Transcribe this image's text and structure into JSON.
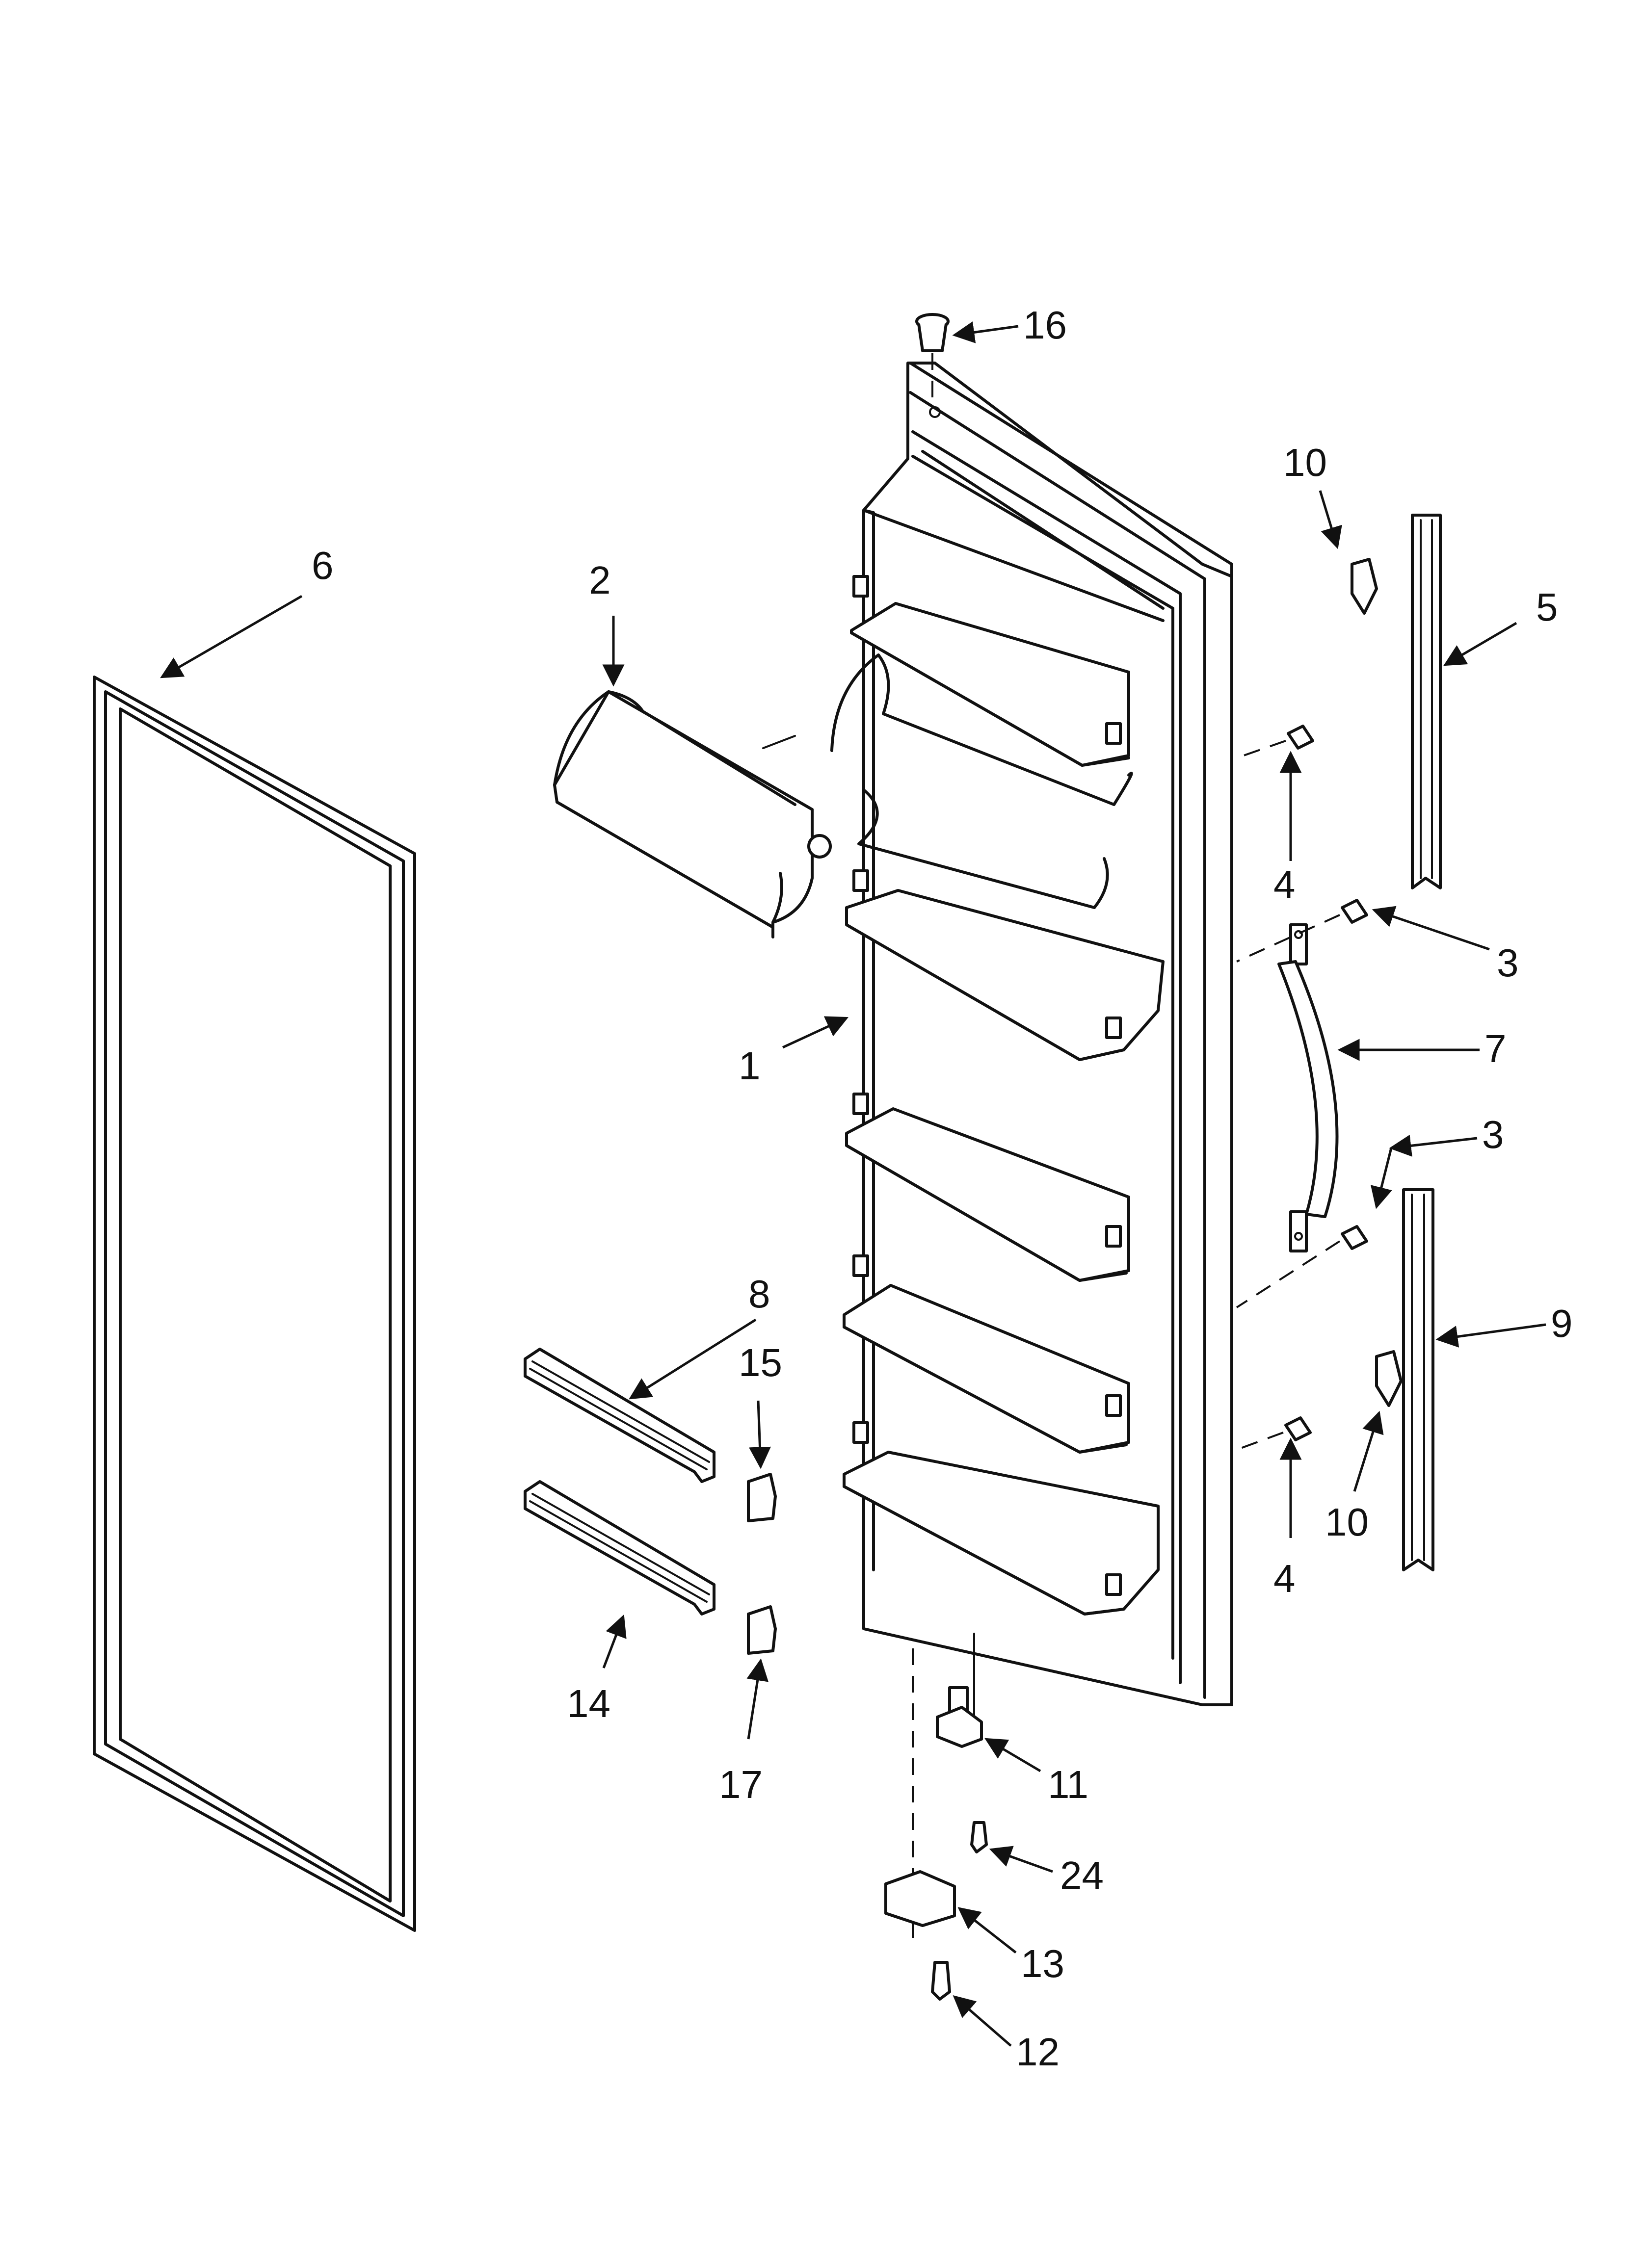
{
  "callouts": {
    "c1": "1",
    "c2": "2",
    "c3a": "3",
    "c3b": "3",
    "c4a": "4",
    "c4b": "4",
    "c5": "5",
    "c6": "6",
    "c7": "7",
    "c8": "8",
    "c9": "9",
    "c10a": "10",
    "c10b": "10",
    "c11": "11",
    "c12": "12",
    "c13": "13",
    "c14": "14",
    "c15": "15",
    "c16": "16",
    "c17": "17",
    "c24": "24"
  }
}
